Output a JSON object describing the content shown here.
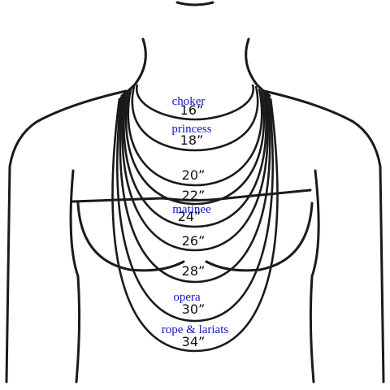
{
  "colors": {
    "outline": "#1a1a1a",
    "length_text": "#111111",
    "style_label": "#1414c8"
  },
  "necklace_styles": {
    "choker": "choker",
    "princess": "princess",
    "matinee": "matinee",
    "opera": "opera",
    "rope": "rope & lariats"
  },
  "lengths": {
    "l16": "16”",
    "l18": "18”",
    "l20": "20”",
    "l22": "22”",
    "l24": "24”",
    "l26": "26”",
    "l28": "28”",
    "l30": "30”",
    "l34": "34”"
  }
}
